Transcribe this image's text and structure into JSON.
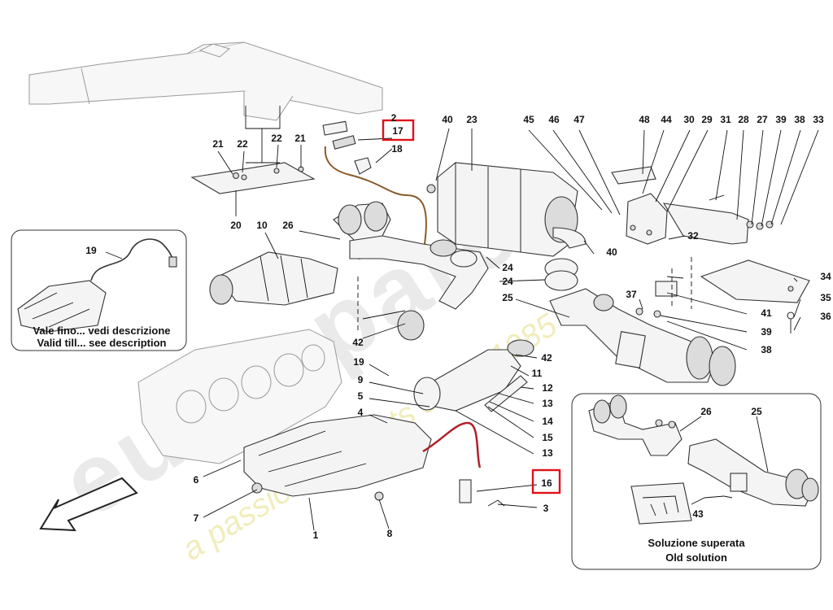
{
  "diagram": {
    "inset_left": {
      "caption_line1": "Vale fino... vedi descrizione",
      "caption_line2": "Valid till... see description",
      "callout": "19"
    },
    "inset_right": {
      "caption_line1": "Soluzione superata",
      "caption_line2": "Old solution",
      "callouts": [
        "26",
        "25",
        "43"
      ]
    },
    "callouts": [
      {
        "id": "c2",
        "label": "2"
      },
      {
        "id": "c17",
        "label": "17",
        "highlighted": true
      },
      {
        "id": "c18",
        "label": "18"
      },
      {
        "id": "c21a",
        "label": "21"
      },
      {
        "id": "c22a",
        "label": "22"
      },
      {
        "id": "c22b",
        "label": "22"
      },
      {
        "id": "c21b",
        "label": "21"
      },
      {
        "id": "c20",
        "label": "20"
      },
      {
        "id": "c10",
        "label": "10"
      },
      {
        "id": "c26",
        "label": "26"
      },
      {
        "id": "c40a",
        "label": "40"
      },
      {
        "id": "c23",
        "label": "23"
      },
      {
        "id": "c45",
        "label": "45"
      },
      {
        "id": "c46",
        "label": "46"
      },
      {
        "id": "c47",
        "label": "47"
      },
      {
        "id": "c48",
        "label": "48"
      },
      {
        "id": "c44",
        "label": "44"
      },
      {
        "id": "c30",
        "label": "30"
      },
      {
        "id": "c29",
        "label": "29"
      },
      {
        "id": "c31",
        "label": "31"
      },
      {
        "id": "c28",
        "label": "28"
      },
      {
        "id": "c27",
        "label": "27"
      },
      {
        "id": "c39a",
        "label": "39"
      },
      {
        "id": "c38a",
        "label": "38"
      },
      {
        "id": "c33",
        "label": "33"
      },
      {
        "id": "c32",
        "label": "32"
      },
      {
        "id": "c40b",
        "label": "40"
      },
      {
        "id": "c24a",
        "label": "24"
      },
      {
        "id": "c24b",
        "label": "24"
      },
      {
        "id": "c25",
        "label": "25"
      },
      {
        "id": "c34",
        "label": "34"
      },
      {
        "id": "c35",
        "label": "35"
      },
      {
        "id": "c36",
        "label": "36"
      },
      {
        "id": "c37",
        "label": "37"
      },
      {
        "id": "c41",
        "label": "41"
      },
      {
        "id": "c39b",
        "label": "39"
      },
      {
        "id": "c38b",
        "label": "38"
      },
      {
        "id": "c42a",
        "label": "42"
      },
      {
        "id": "c42b",
        "label": "42"
      },
      {
        "id": "c19",
        "label": "19"
      },
      {
        "id": "c9",
        "label": "9"
      },
      {
        "id": "c5",
        "label": "5"
      },
      {
        "id": "c4",
        "label": "4"
      },
      {
        "id": "c11",
        "label": "11"
      },
      {
        "id": "c12",
        "label": "12"
      },
      {
        "id": "c13a",
        "label": "13"
      },
      {
        "id": "c14",
        "label": "14"
      },
      {
        "id": "c15",
        "label": "15"
      },
      {
        "id": "c13b",
        "label": "13"
      },
      {
        "id": "c16",
        "label": "16",
        "highlighted": true
      },
      {
        "id": "c3",
        "label": "3"
      },
      {
        "id": "c6",
        "label": "6"
      },
      {
        "id": "c7",
        "label": "7"
      },
      {
        "id": "c1",
        "label": "1"
      },
      {
        "id": "c8",
        "label": "8"
      }
    ]
  },
  "watermark": {
    "brand": "eurospares",
    "tagline": "a passion for parts since 1985"
  },
  "colors": {
    "highlight": "#e0101a",
    "line": "#111111",
    "watermark_gray": "#d9d9d9",
    "watermark_yellow": "#ece6a0"
  }
}
